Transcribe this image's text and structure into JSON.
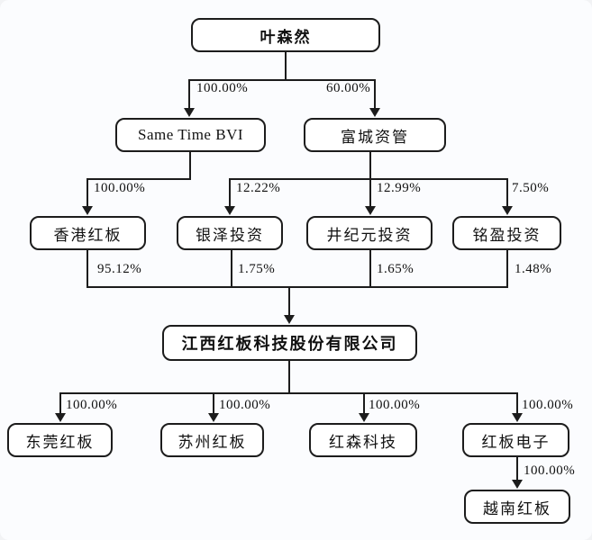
{
  "diagram": {
    "title": "equity-structure-chart",
    "line_color": "#1c1c1c",
    "box_background": "#ffffff",
    "background": "#fbfcfe",
    "nodes": {
      "ye_senran": {
        "label": "叶森然"
      },
      "same_time_bvi": {
        "label": "Same Time BVI"
      },
      "fucheng_ziguan": {
        "label": "富城资管"
      },
      "hongkong_hongban": {
        "label": "香港红板"
      },
      "yinze_touzi": {
        "label": "银泽投资"
      },
      "jingjiyuan_touzi": {
        "label": "井纪元投资"
      },
      "mingying_touzi": {
        "label": "铭盈投资"
      },
      "jiangxi_hongban": {
        "label": "江西红板科技股份有限公司"
      },
      "dongguan_hongban": {
        "label": "东莞红板"
      },
      "suzhou_hongban": {
        "label": "苏州红板"
      },
      "hongsen_keji": {
        "label": "红森科技"
      },
      "hongban_dianzi": {
        "label": "红板电子"
      },
      "yuenan_hongban": {
        "label": "越南红板"
      }
    },
    "edges": {
      "ye_to_bvi": "100.00%",
      "ye_to_fucheng": "60.00%",
      "bvi_to_hk": "100.00%",
      "fucheng_to_yinze": "12.22%",
      "fucheng_to_jing": "12.99%",
      "fucheng_to_ming": "7.50%",
      "hk_to_jiangxi": "95.12%",
      "yinze_to_jiangxi": "1.75%",
      "jing_to_jiangxi": "1.65%",
      "ming_to_jiangxi": "1.48%",
      "jiangxi_to_dongguan": "100.00%",
      "jiangxi_to_suzhou": "100.00%",
      "jiangxi_to_hongsen": "100.00%",
      "jiangxi_to_dianzi": "100.00%",
      "dianzi_to_yuenan": "100.00%"
    }
  }
}
